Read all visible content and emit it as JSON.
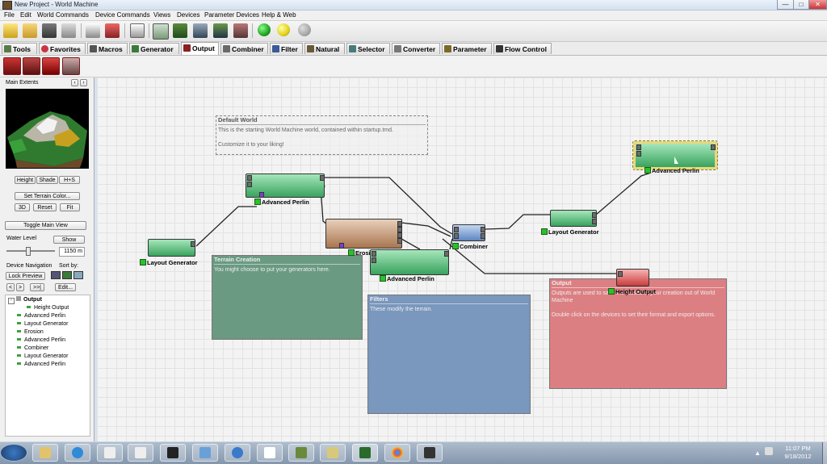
{
  "window": {
    "title": "New Project - World Machine",
    "controls": [
      "minimize",
      "maximize",
      "close"
    ]
  },
  "menu": [
    "File",
    "Edit",
    "World Commands",
    "Device Commands",
    "Views",
    "Devices",
    "Parameter Devices",
    "Help & Web"
  ],
  "toolbar": {
    "icons": [
      "new-file-icon",
      "open-folder-icon",
      "save-icon",
      "wizard-icon",
      "render-icon",
      "export-icon",
      "dice-icon",
      "layout-view-icon",
      "terrain-map-icon",
      "world-view-icon",
      "explorer-icon",
      "settings-icon"
    ],
    "status_lights": [
      {
        "name": "green-light",
        "color": "#22a322"
      },
      {
        "name": "yellow-light",
        "color": "#e3d21a"
      },
      {
        "name": "gray-light",
        "color": "#a8a8a8"
      }
    ]
  },
  "tabs": [
    {
      "label": "Tools",
      "color": "#5a7a4a"
    },
    {
      "label": "Favorites",
      "color": "#cc3344"
    },
    {
      "label": "Macros",
      "color": "#555555"
    },
    {
      "label": "Generator",
      "color": "#3a7a3a"
    },
    {
      "label": "Output",
      "color": "#8a2020",
      "active": true
    },
    {
      "label": "Combiner",
      "color": "#6a6a6a"
    },
    {
      "label": "Filter",
      "color": "#3a5a9a"
    },
    {
      "label": "Natural",
      "color": "#6a5a3a"
    },
    {
      "label": "Selector",
      "color": "#4a7a7a"
    },
    {
      "label": "Converter",
      "color": "#777777"
    },
    {
      "label": "Parameter",
      "color": "#7a6a2a"
    },
    {
      "label": "Flow Control",
      "color": "#333333"
    }
  ],
  "left": {
    "main_extents": "Main Extents",
    "view_buttons": [
      "Height",
      "Shade",
      "H+S"
    ],
    "set_terrain_color": "Set Terrain Color...",
    "nav_buttons": [
      "3D",
      "Reset",
      "Fit"
    ],
    "toggle_main_view": "Toggle Main View",
    "water_level": "Water Level",
    "show": "Show",
    "water_value": "1150 m",
    "device_navigation": "Device Navigation",
    "sort_by": "Sort by:",
    "lock_preview": "Lock Preview",
    "edit": "Edit...",
    "history_buttons": [
      "<",
      ">",
      ">>|"
    ],
    "tree_root": "Output",
    "tree_child": "Height Output",
    "tree_items": [
      "Advanced Perlin",
      "Layout Generator",
      "Erosion",
      "Advanced Perlin",
      "Combiner",
      "Layout Generator",
      "Advanced Perlin"
    ]
  },
  "canvas": {
    "groups": [
      {
        "title": "Default World",
        "lines": [
          "This is the starting World Machine world, contained within startup.tmd.",
          "",
          "Customize it to your liking!"
        ]
      },
      {
        "title": "Terrain Creation",
        "lines": [
          "You might choose to put your generators here."
        ]
      },
      {
        "title": "Filters",
        "lines": [
          "These modify the terrain."
        ]
      },
      {
        "title": "Output",
        "lines": [
          "Outputs are used to save the results of your creation out of World Machine",
          "",
          "Double click on the devices to set their format and export options."
        ]
      }
    ],
    "node_labels": {
      "layout_gen_1": "Layout Generator",
      "adv_perlin_1": "Advanced Perlin",
      "erosion": "Erosi",
      "adv_perlin_2": "Advanced Perlin",
      "combiner": "Combiner",
      "layout_gen_2": "Layout Generator",
      "adv_perlin_3": "Advanced Perlin",
      "height_output": "Height Output"
    }
  },
  "taskbar": {
    "apps": [
      "explorer-icon",
      "ie-icon",
      "document-icon",
      "document-icon",
      "speed-icon",
      "window-icon",
      "itunes-icon",
      "zbrush-icon",
      "terrain-icon",
      "folder-icon",
      "worldmachine-icon",
      "chrome-icon",
      "misc-icon"
    ],
    "time": "11:07 PM",
    "date": "9/18/2012"
  }
}
